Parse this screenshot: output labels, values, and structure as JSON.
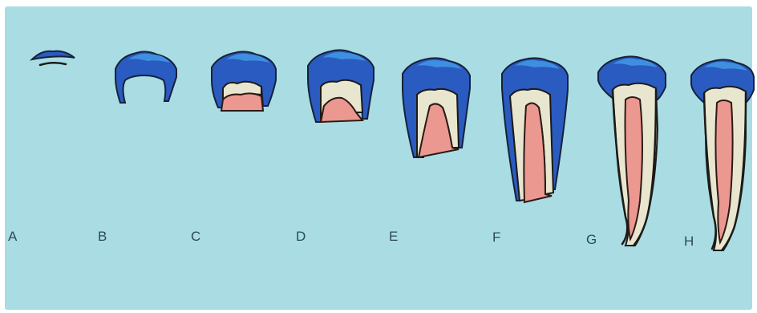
{
  "stages": [
    {
      "id": "A",
      "label": "A"
    },
    {
      "id": "B",
      "label": "B"
    },
    {
      "id": "C",
      "label": "C"
    },
    {
      "id": "D",
      "label": "D"
    },
    {
      "id": "E",
      "label": "E"
    },
    {
      "id": "F",
      "label": "F"
    },
    {
      "id": "G",
      "label": "G"
    },
    {
      "id": "H",
      "label": "H"
    }
  ],
  "colors": {
    "background": "#a9dde3",
    "enamel": "#2a5bc0",
    "enamel_highlight": "#3f8fe0",
    "dentin": "#e9e6cf",
    "pulp": "#eb9890",
    "outline": "#1c1a18"
  }
}
